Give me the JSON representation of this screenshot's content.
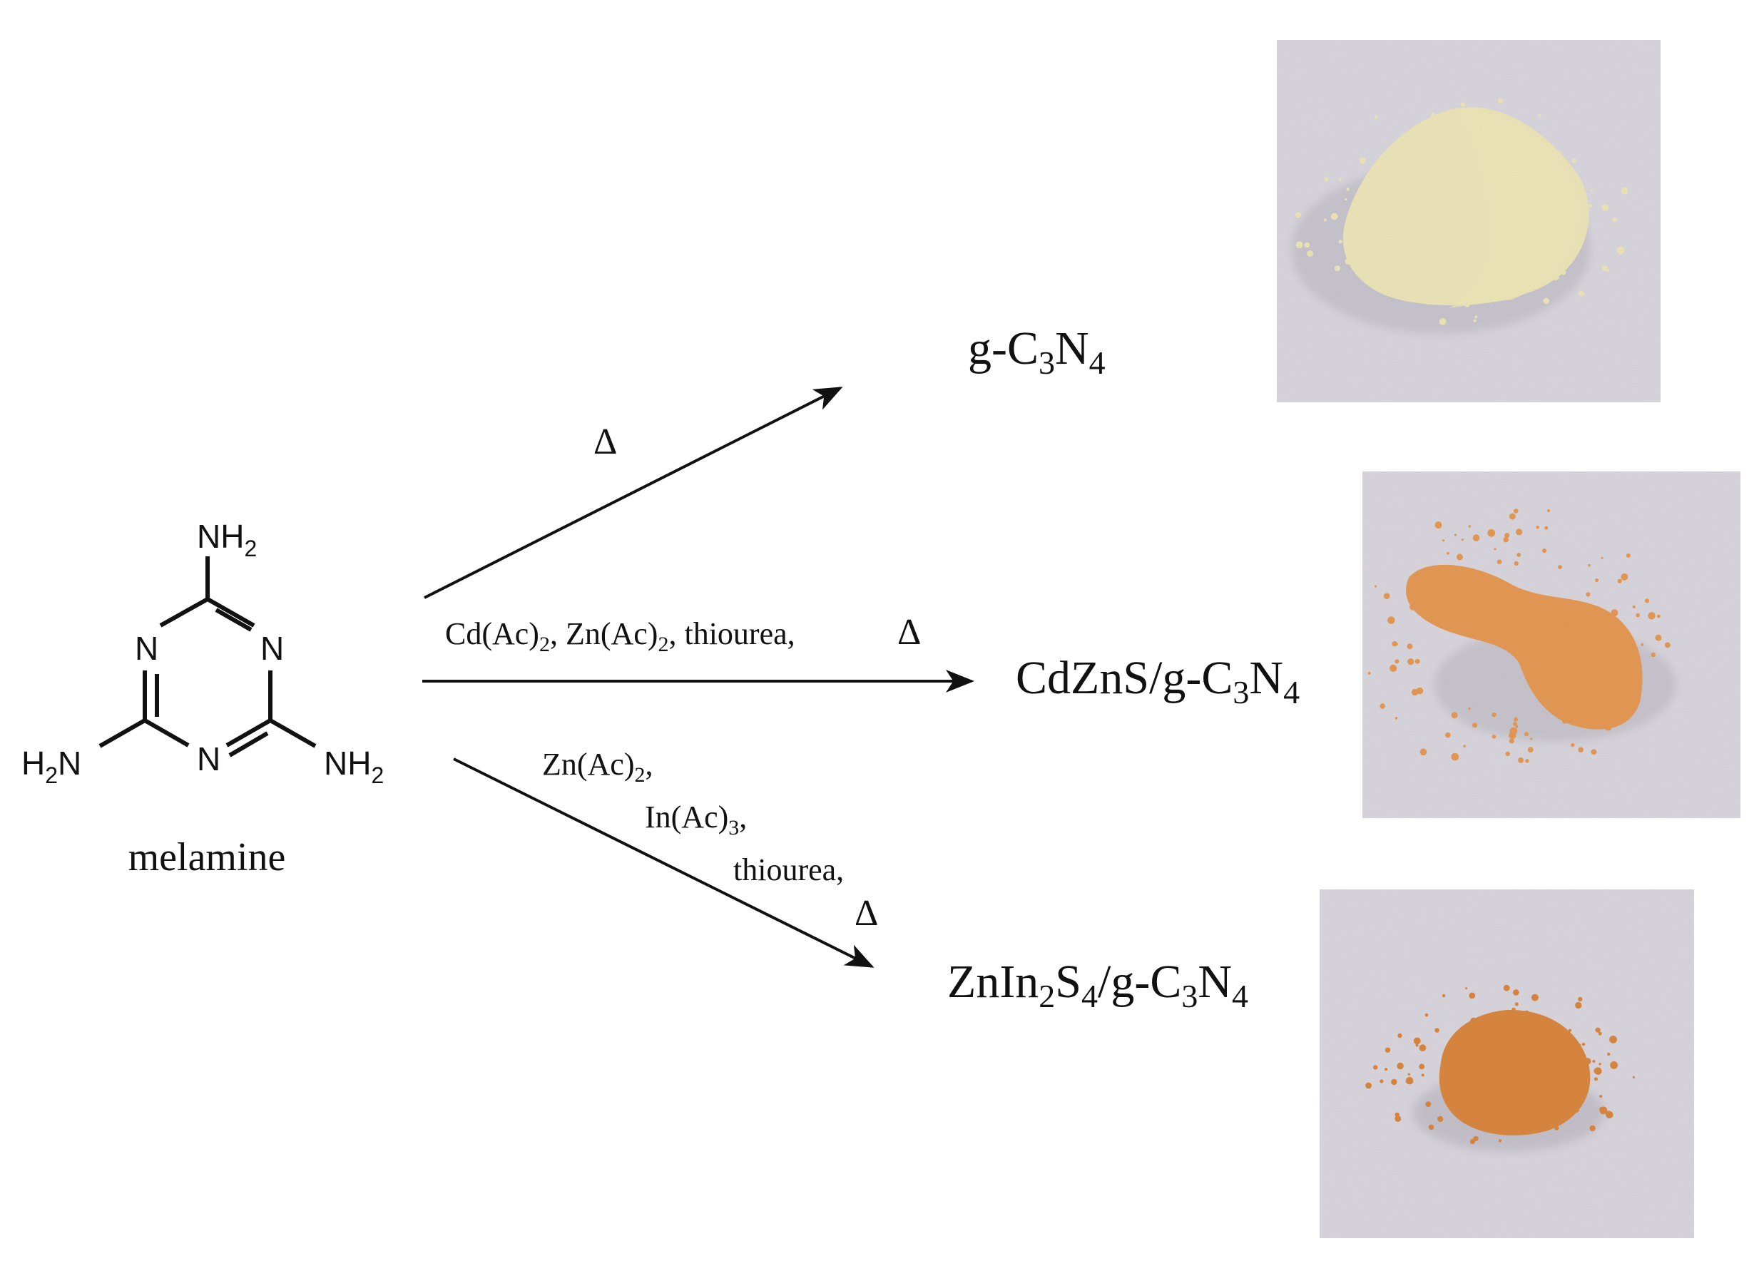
{
  "melamine": {
    "name": "melamine",
    "atoms": {
      "top_amine": "NH2",
      "left_amine": "H2N",
      "right_amine": "NH2",
      "ring_n_left": "N",
      "ring_n_right": "N",
      "ring_n_bottom": "N"
    }
  },
  "routes": [
    {
      "id": "top",
      "conditions": [
        "Δ"
      ],
      "product": "g-C3N4",
      "product_parts": [
        {
          "t": "g-C"
        },
        {
          "t": "3",
          "sub": true
        },
        {
          "t": "N"
        },
        {
          "t": "4",
          "sub": true
        }
      ],
      "powder_color": "#ece5b8"
    },
    {
      "id": "middle",
      "conditions": [
        "Cd(Ac)2, Zn(Ac)2, thiourea,",
        "Δ"
      ],
      "product": "CdZnS/g-C3N4",
      "product_parts": [
        {
          "t": "CdZnS/g-C"
        },
        {
          "t": "3",
          "sub": true
        },
        {
          "t": "N"
        },
        {
          "t": "4",
          "sub": true
        }
      ],
      "powder_color": "#e59a54"
    },
    {
      "id": "bottom",
      "conditions": [
        "Zn(Ac)2,",
        "In(Ac)3,",
        "thiourea,",
        "Δ"
      ],
      "product": "ZnIn2S4/g-C3N4",
      "product_parts": [
        {
          "t": "ZnIn"
        },
        {
          "t": "2",
          "sub": true
        },
        {
          "t": "S"
        },
        {
          "t": "4",
          "sub": true
        },
        {
          "t": "/g-C"
        },
        {
          "t": "3",
          "sub": true
        },
        {
          "t": "N"
        },
        {
          "t": "4",
          "sub": true
        }
      ],
      "powder_color": "#d9873f"
    }
  ],
  "photo_background": "#d9d6de"
}
